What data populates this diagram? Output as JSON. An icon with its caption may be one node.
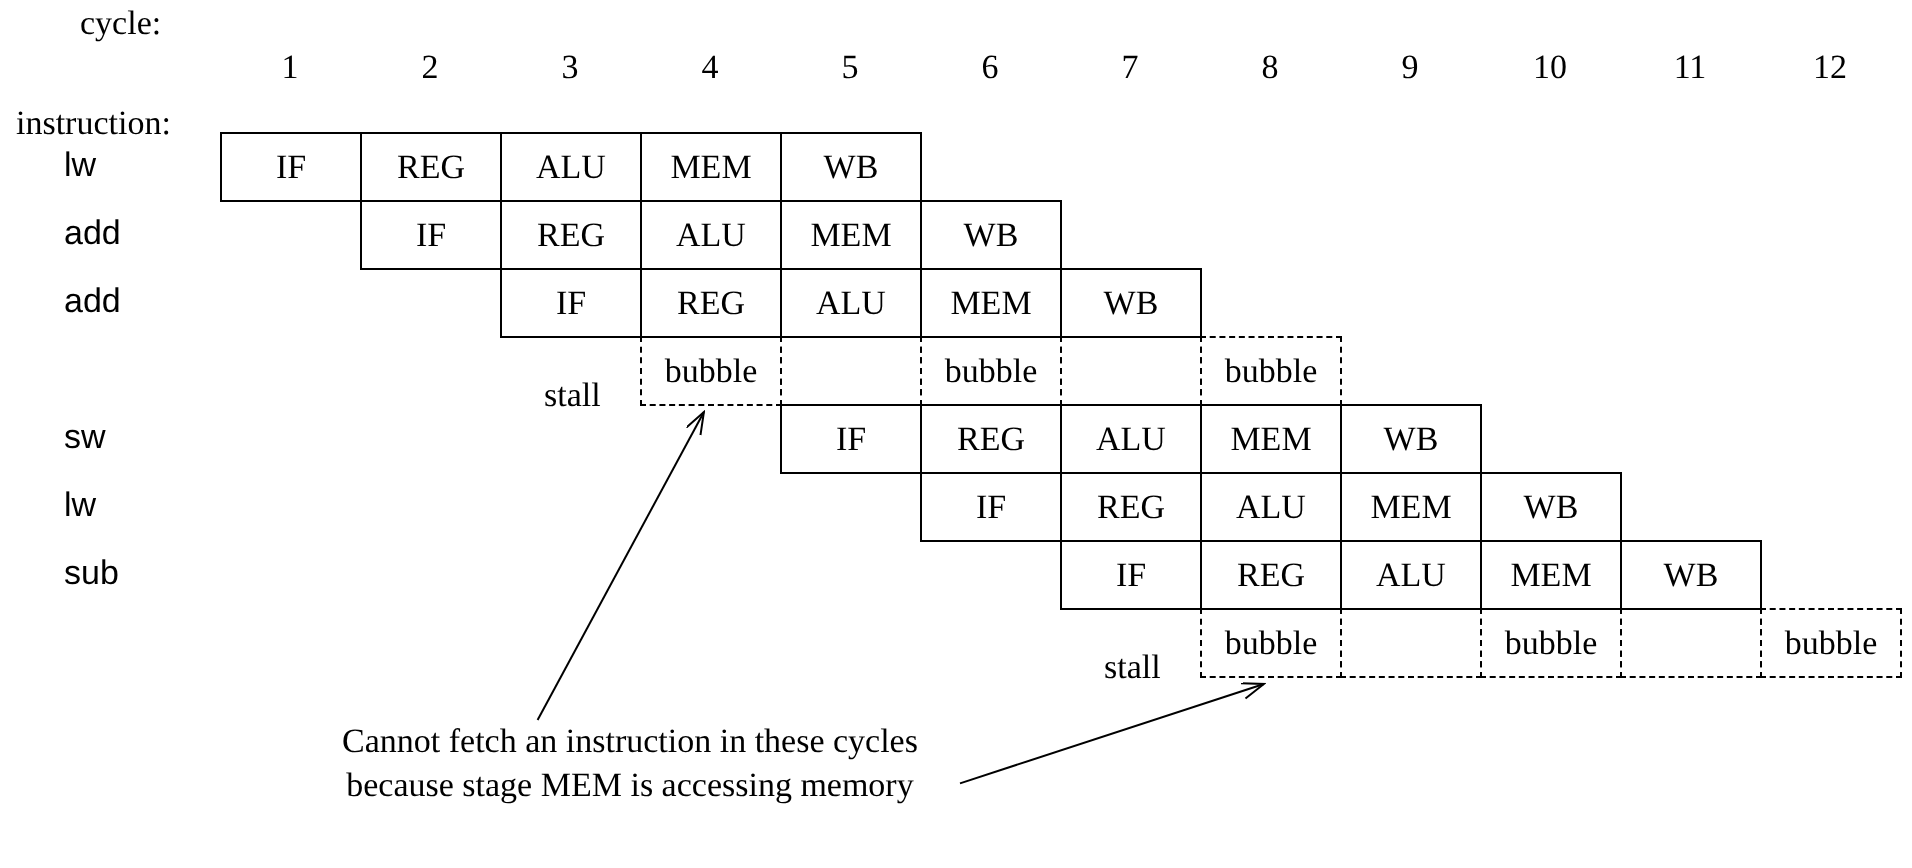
{
  "diagram": {
    "nodes": [
      {
        "text": [
          "IF"
        ]
      },
      {
        "text": [
          "REG"
        ]
      },
      {
        "text": [
          "ALU"
        ]
      },
      {
        "text": [
          "MEM"
        ]
      },
      {
        "text": [
          "WB"
        ]
      },
      {
        "text": [
          "IF"
        ]
      },
      {
        "text": [
          "REG"
        ]
      },
      {
        "text": [
          "ALU"
        ]
      },
      {
        "text": [
          "MEM"
        ]
      },
      {
        "text": [
          "WB"
        ]
      },
      {
        "text": [
          "IF"
        ]
      },
      {
        "text": [
          "REG"
        ]
      },
      {
        "text": [
          "ALU"
        ]
      },
      {
        "text": [
          "MEM"
        ]
      },
      {
        "text": [
          "WB"
        ]
      },
      {
        "text": [
          "bubble"
        ]
      },
      {
        "text": [],
        "shape": "box"
      },
      {
        "text": [
          "bubble"
        ]
      },
      {
        "text": [],
        "shape": "box"
      },
      {
        "text": [
          "bubble"
        ]
      },
      {
        "text": [
          "IF"
        ]
      },
      {
        "text": [
          "REG"
        ]
      },
      {
        "text": [
          "ALU"
        ]
      },
      {
        "text": [
          "MEM"
        ]
      },
      {
        "text": [
          "WB"
        ]
      },
      {
        "text": [
          "IF"
        ]
      },
      {
        "text": [
          "REG"
        ]
      },
      {
        "text": [
          "ALU"
        ]
      },
      {
        "text": [
          "MEM"
        ]
      },
      {
        "text": [
          "WB"
        ]
      },
      {
        "text": [
          "IF"
        ]
      },
      {
        "text": [
          "REG"
        ]
      },
      {
        "text": [
          "ALU"
        ]
      },
      {
        "text": [
          "MEM"
        ]
      },
      {
        "text": [
          "WB"
        ]
      },
      {
        "text": [
          "bubble"
        ]
      },
      {
        "text": [],
        "shape": "box"
      },
      {
        "text": [
          "bubble"
        ]
      },
      {
        "text": [],
        "shape": "box"
      },
      {
        "text": [
          "bubble"
        ]
      },
      {
        "text": [
          "Cannot fetch an instruction in these cycles because stage MEM is accessing memory"
        ]
      }
    ],
    "edges": [
      {
        "from": 40,
        "to": 15,
        "arrow": "to"
      },
      {
        "from": 40,
        "to": 35,
        "arrow": "to"
      }
    ],
    "labels": [
      "cycle:",
      "1",
      "2",
      "3",
      "4",
      "5",
      "6",
      "7",
      "8",
      "9",
      "10",
      "11",
      "12",
      "instruction:",
      "lw",
      "add",
      "add",
      "stall",
      "sw",
      "lw",
      "sub",
      "stall"
    ]
  }
}
